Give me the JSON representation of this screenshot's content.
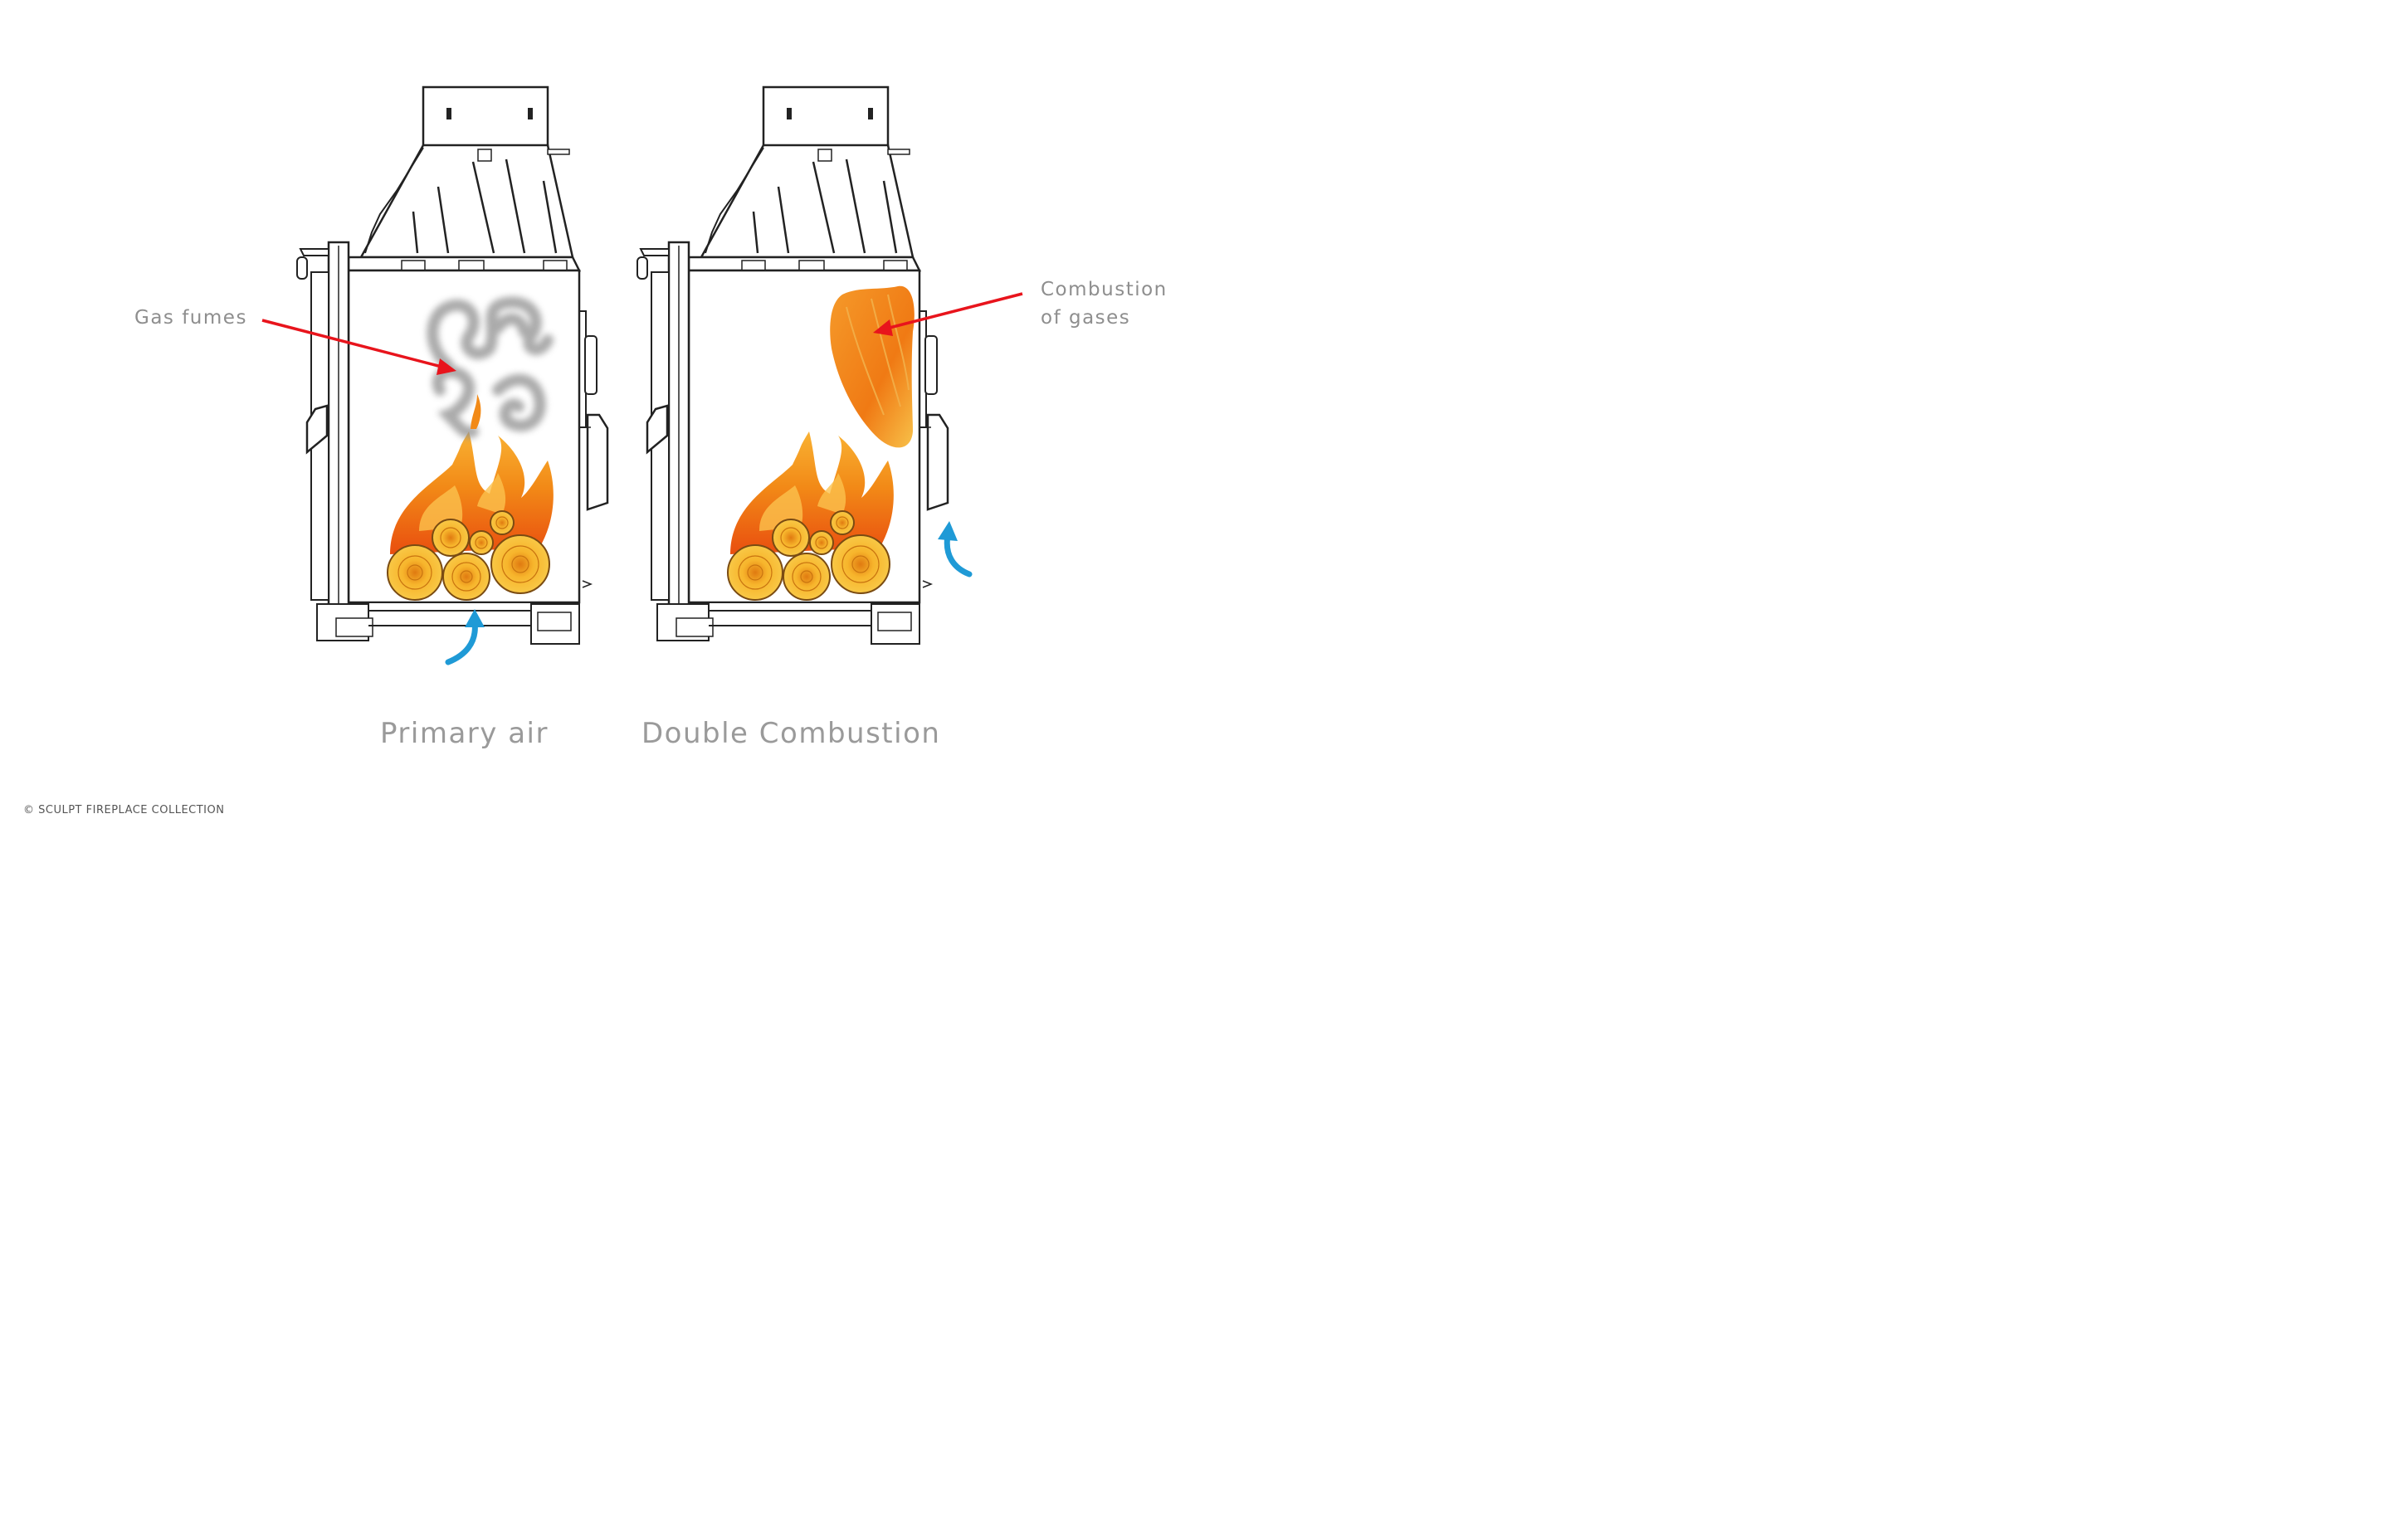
{
  "left": {
    "callout": "Gas fumes",
    "caption": "Primary air"
  },
  "right": {
    "callout_line1": "Combustion",
    "callout_line2": "of gases",
    "caption": "Double Combustion"
  },
  "copyright": "© SCULPT FIREPLACE COLLECTION",
  "colors": {
    "pointer_arrow": "#e8141c",
    "air_arrow": "#1f9ad6",
    "flame_outer": "#f07812",
    "flame_inner": "#f7a21e",
    "log": "#f5b32a",
    "smoke": "#9a9a9a"
  },
  "icons": {
    "pointer": "red-pointer-arrow",
    "air": "blue-air-flow-arrow",
    "fuel": "wood-logs",
    "fire": "flames",
    "smoke": "smoke-cloud"
  }
}
